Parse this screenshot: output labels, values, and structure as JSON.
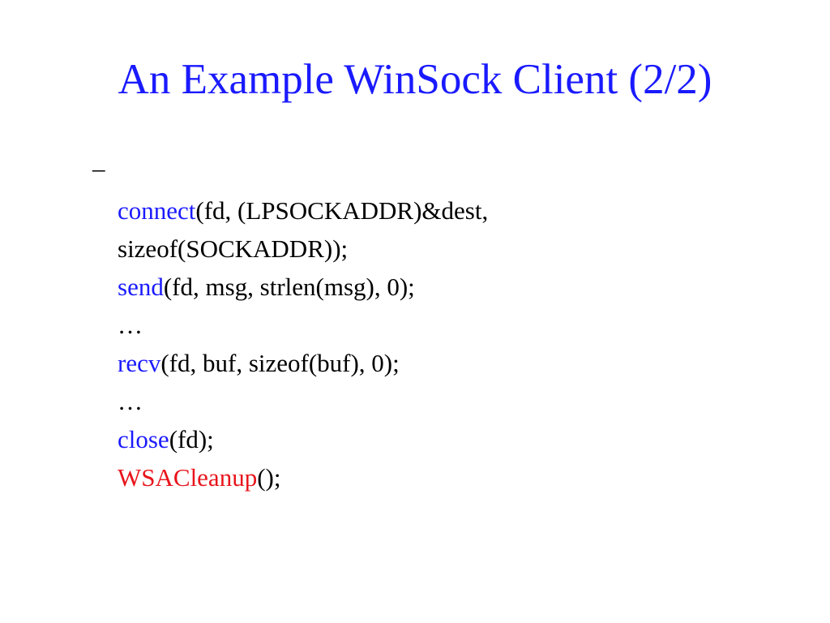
{
  "slide": {
    "title": "An Example WinSock Client (2/2)",
    "bullet_marker": "–",
    "lines": [
      {
        "keyword": "connect",
        "rest": "(fd, (LPSOCKADDR)&dest,"
      },
      {
        "keyword": "",
        "rest": "sizeof(SOCKADDR));"
      },
      {
        "keyword": "send",
        "rest": "(fd, msg, strlen(msg), 0);"
      },
      {
        "keyword": "",
        "rest": "…"
      },
      {
        "keyword": "recv",
        "rest": "(fd, buf, sizeof(buf), 0);"
      },
      {
        "keyword": "",
        "rest": "…"
      },
      {
        "keyword": "close",
        "rest": "(fd);"
      },
      {
        "keyword": "WSACleanup",
        "rest": "();"
      }
    ]
  },
  "colors": {
    "title": "#1a1aff",
    "keyword_blue": "#1a1aff",
    "keyword_red": "#e8141b",
    "text": "#000000",
    "background": "#ffffff"
  }
}
